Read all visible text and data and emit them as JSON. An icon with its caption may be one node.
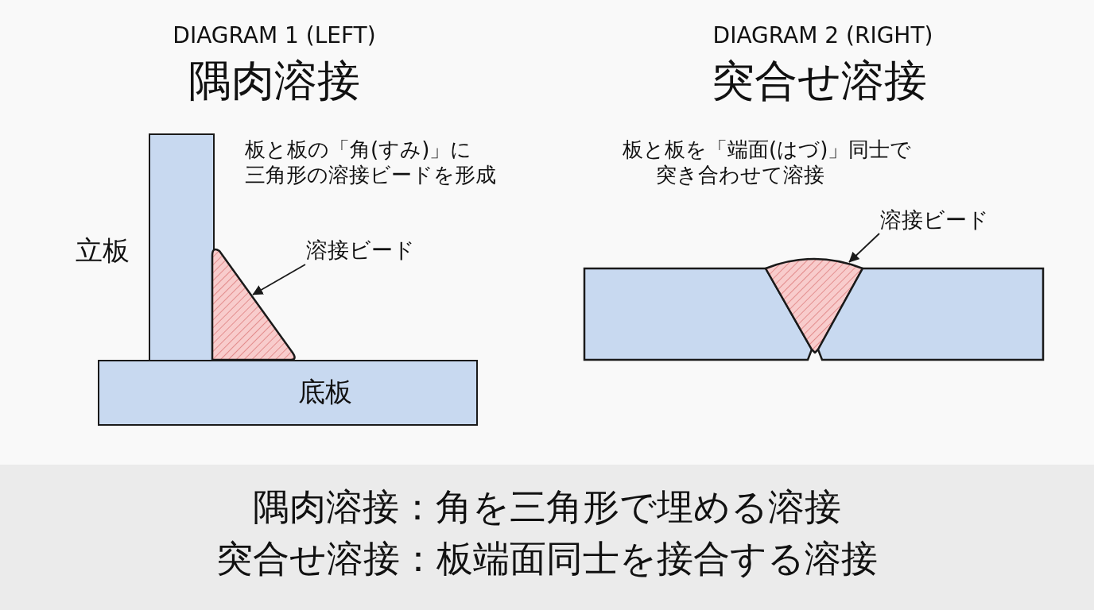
{
  "diagram": {
    "nodes": [
      {
        "text": [
          "立板"
        ]
      },
      {
        "text": [
          "溶接ビード"
        ]
      },
      {
        "text": [],
        "shape": "triangle"
      },
      {
        "text": [
          "底板"
        ]
      },
      {
        "text": [
          "溶接ビード"
        ]
      },
      {
        "text": [],
        "shape": "box"
      },
      {
        "text": [],
        "shape": "wedge"
      },
      {
        "text": [],
        "shape": "box"
      }
    ],
    "edges": [
      {
        "from": 1,
        "to": 2,
        "arrow": "to"
      },
      {
        "from": 4,
        "to": 6,
        "arrow": "to"
      }
    ],
    "labels": [
      "DIAGRAM 1 (LEFT)",
      "隅肉溶接",
      "板と板の「角(すみ)」に三角形の溶接ビードを形成",
      "DIAGRAM 2 (RIGHT)",
      "突合せ溶接",
      "板と板を「端面(はづ)」同士で突き合わせて溶接",
      "隅肉溶接：角を三角形で埋める溶接",
      "突合せ溶接：板端面同士を接合する溶接"
    ]
  }
}
